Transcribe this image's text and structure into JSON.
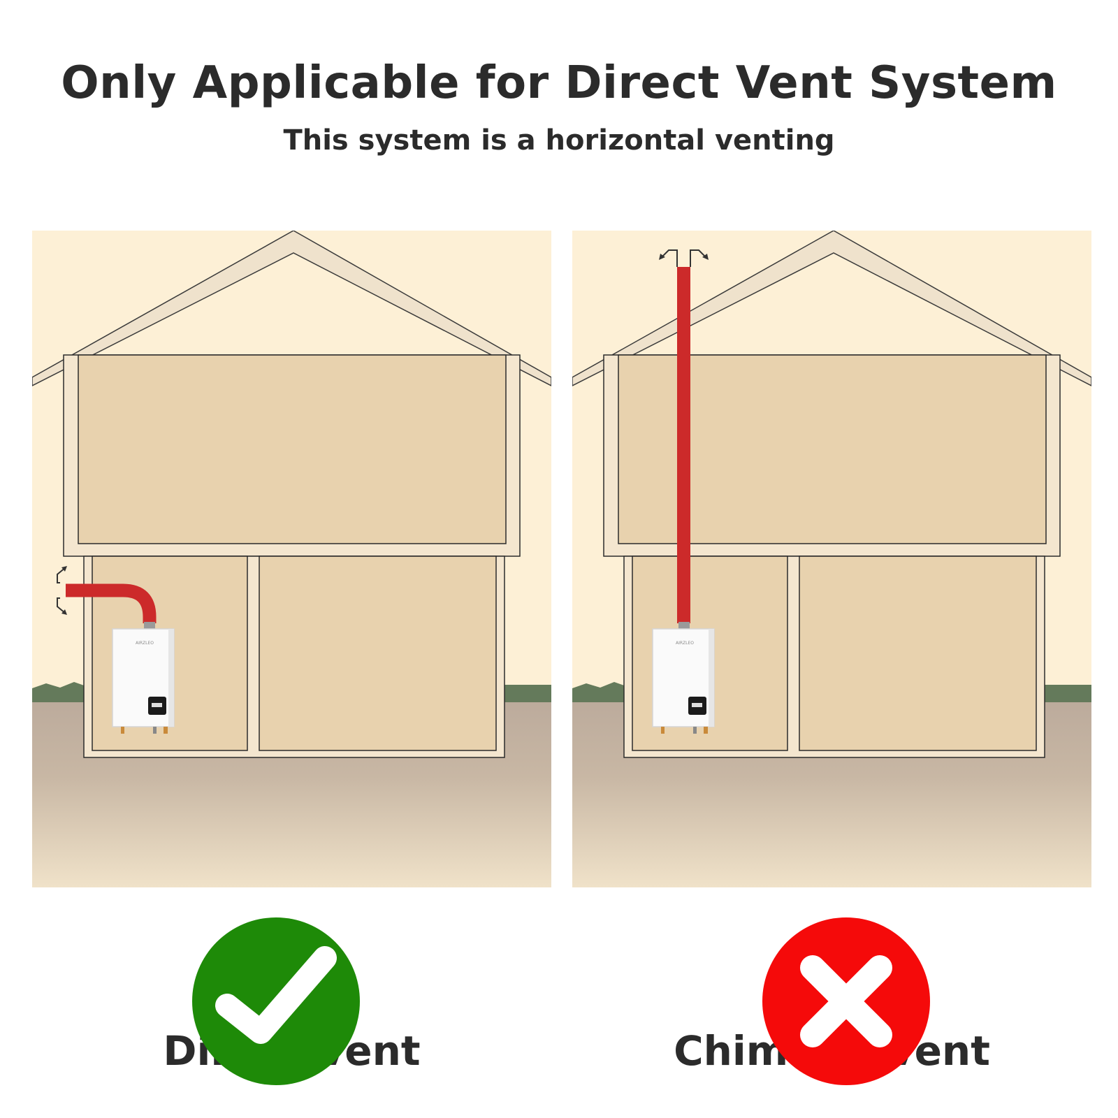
{
  "header": {
    "title": "Only Applicable for Direct Vent System",
    "subtitle": "This system is a horizontal venting"
  },
  "panels": [
    {
      "label": "Direct Vent",
      "verdict": "correct",
      "verdict_icon": "check-icon",
      "verdict_color": "#1e8a08"
    },
    {
      "label": "Chimney Vent",
      "verdict": "incorrect",
      "verdict_icon": "cross-icon",
      "verdict_color": "#f50a0a"
    }
  ],
  "heater": {
    "brand": "AIRZLEO"
  },
  "colors": {
    "sky": "#fdf0d6",
    "roof": "#efe2cc",
    "room": "#e8d2ae",
    "wall": "#f4e6cf",
    "grass": "#647a5b",
    "ground": "#bcab9c",
    "pipe": "#cc2a2a"
  }
}
